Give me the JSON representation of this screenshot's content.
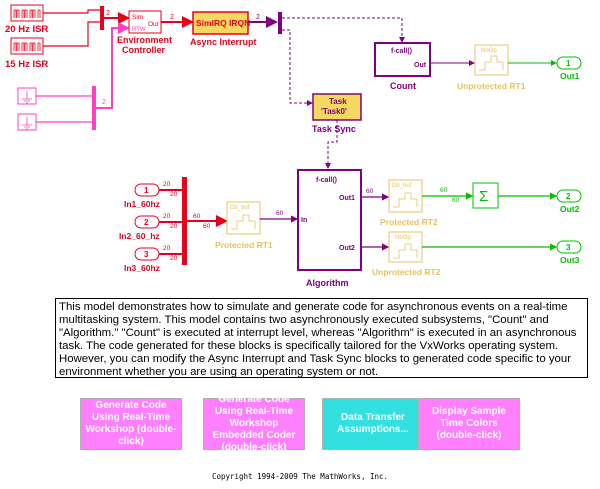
{
  "blocks": {
    "isr20": {
      "label": "20 Hz ISR"
    },
    "isr15": {
      "label": "15 Hz ISR"
    },
    "env_controller": {
      "label_line1": "Environment",
      "label_line2": "Controller",
      "port_sim": "Sim",
      "port_out": "Out",
      "port_rtw": "RTW"
    },
    "async_interrupt": {
      "title": "SimIRQ IRQN",
      "label": "Async Interrupt"
    },
    "count": {
      "port_fcall": "f-call()",
      "port_out": "Out",
      "label": "Count"
    },
    "unprotected_rt1": {
      "inner": "NoOp",
      "label": "Unprotected RT1"
    },
    "out1": {
      "number": "1",
      "label": "Out1"
    },
    "task_sync": {
      "line1": "Task",
      "line2": "'Task0'",
      "label": "Task Sync"
    },
    "in1": {
      "number": "1",
      "label": "In1_60hz"
    },
    "in2": {
      "number": "2",
      "label": "In2_60_hz"
    },
    "in3": {
      "number": "3",
      "label": "In3_60hz"
    },
    "protected_rt1": {
      "inner": "Db_buf",
      "label": "Protected RT1"
    },
    "algorithm": {
      "port_fcall": "f-call()",
      "port_in": "In",
      "port_out1": "Out1",
      "port_out2": "Out2",
      "label": "Algorithm"
    },
    "protected_rt2": {
      "inner": "Db_buf",
      "label": "Protected RT2"
    },
    "unprotected_rt2": {
      "inner": "NoOp",
      "label": "Unprotected RT2"
    },
    "sum": {
      "symbol": "Σ"
    },
    "out2": {
      "number": "2",
      "label": "Out2"
    },
    "out3": {
      "number": "3",
      "label": "Out3"
    }
  },
  "signal_labels": {
    "mux_to_env": "2",
    "env_to_async": "2",
    "pink_to_mux": "2",
    "in1_a": "20",
    "in1_b": "20",
    "in2_a": "20",
    "in2_b": "20",
    "in3_a": "20",
    "in3_b": "20",
    "bus_a": "60",
    "bus_b": "60",
    "prt1_out": "60",
    "alg_out1": "60",
    "prt2_a": "60",
    "prt2_b": "60"
  },
  "description": "This model demonstrates how to simulate and generate code for asynchronous events on a real-time multitasking system.  This model contains two asynchronously executed subsystems, \"Count\" and \"Algorithm.\" \"Count\" is executed at interrupt level, whereas \"Algorithm\" is executed in an asynchronous task. The code generated for these blocks is specifically tailored for the VxWorks operating system. However, you can modify the Async Interrupt and Task Sync blocks to generated code specific to your environment whether you are using an operating system or not.",
  "buttons": [
    {
      "label": "Generate Code Using Real-Time Workshop (double-click)",
      "bg": "#ff80ff",
      "fg": "#ffffff"
    },
    {
      "label": "Generate Code Using Real-Time Workshop Embedded Coder (double-click)",
      "bg": "#ff80ff",
      "fg": "#ffffff"
    },
    {
      "label": "Data Transfer Assumptions...",
      "bg": "#33e0e0",
      "fg": "#ffffff"
    },
    {
      "label": "Display Sample Time Colors (double-click)",
      "bg": "#ff80ff",
      "fg": "#ffffff"
    }
  ],
  "copyright": "Copyright 1994-2009 The MathWorks, Inc.",
  "colors": {
    "red": "#e8001a",
    "magenta": "#ff40c0",
    "purple": "#800080",
    "green": "#00c000",
    "gold": "#e8c060",
    "block_fill": "#f4d860"
  }
}
